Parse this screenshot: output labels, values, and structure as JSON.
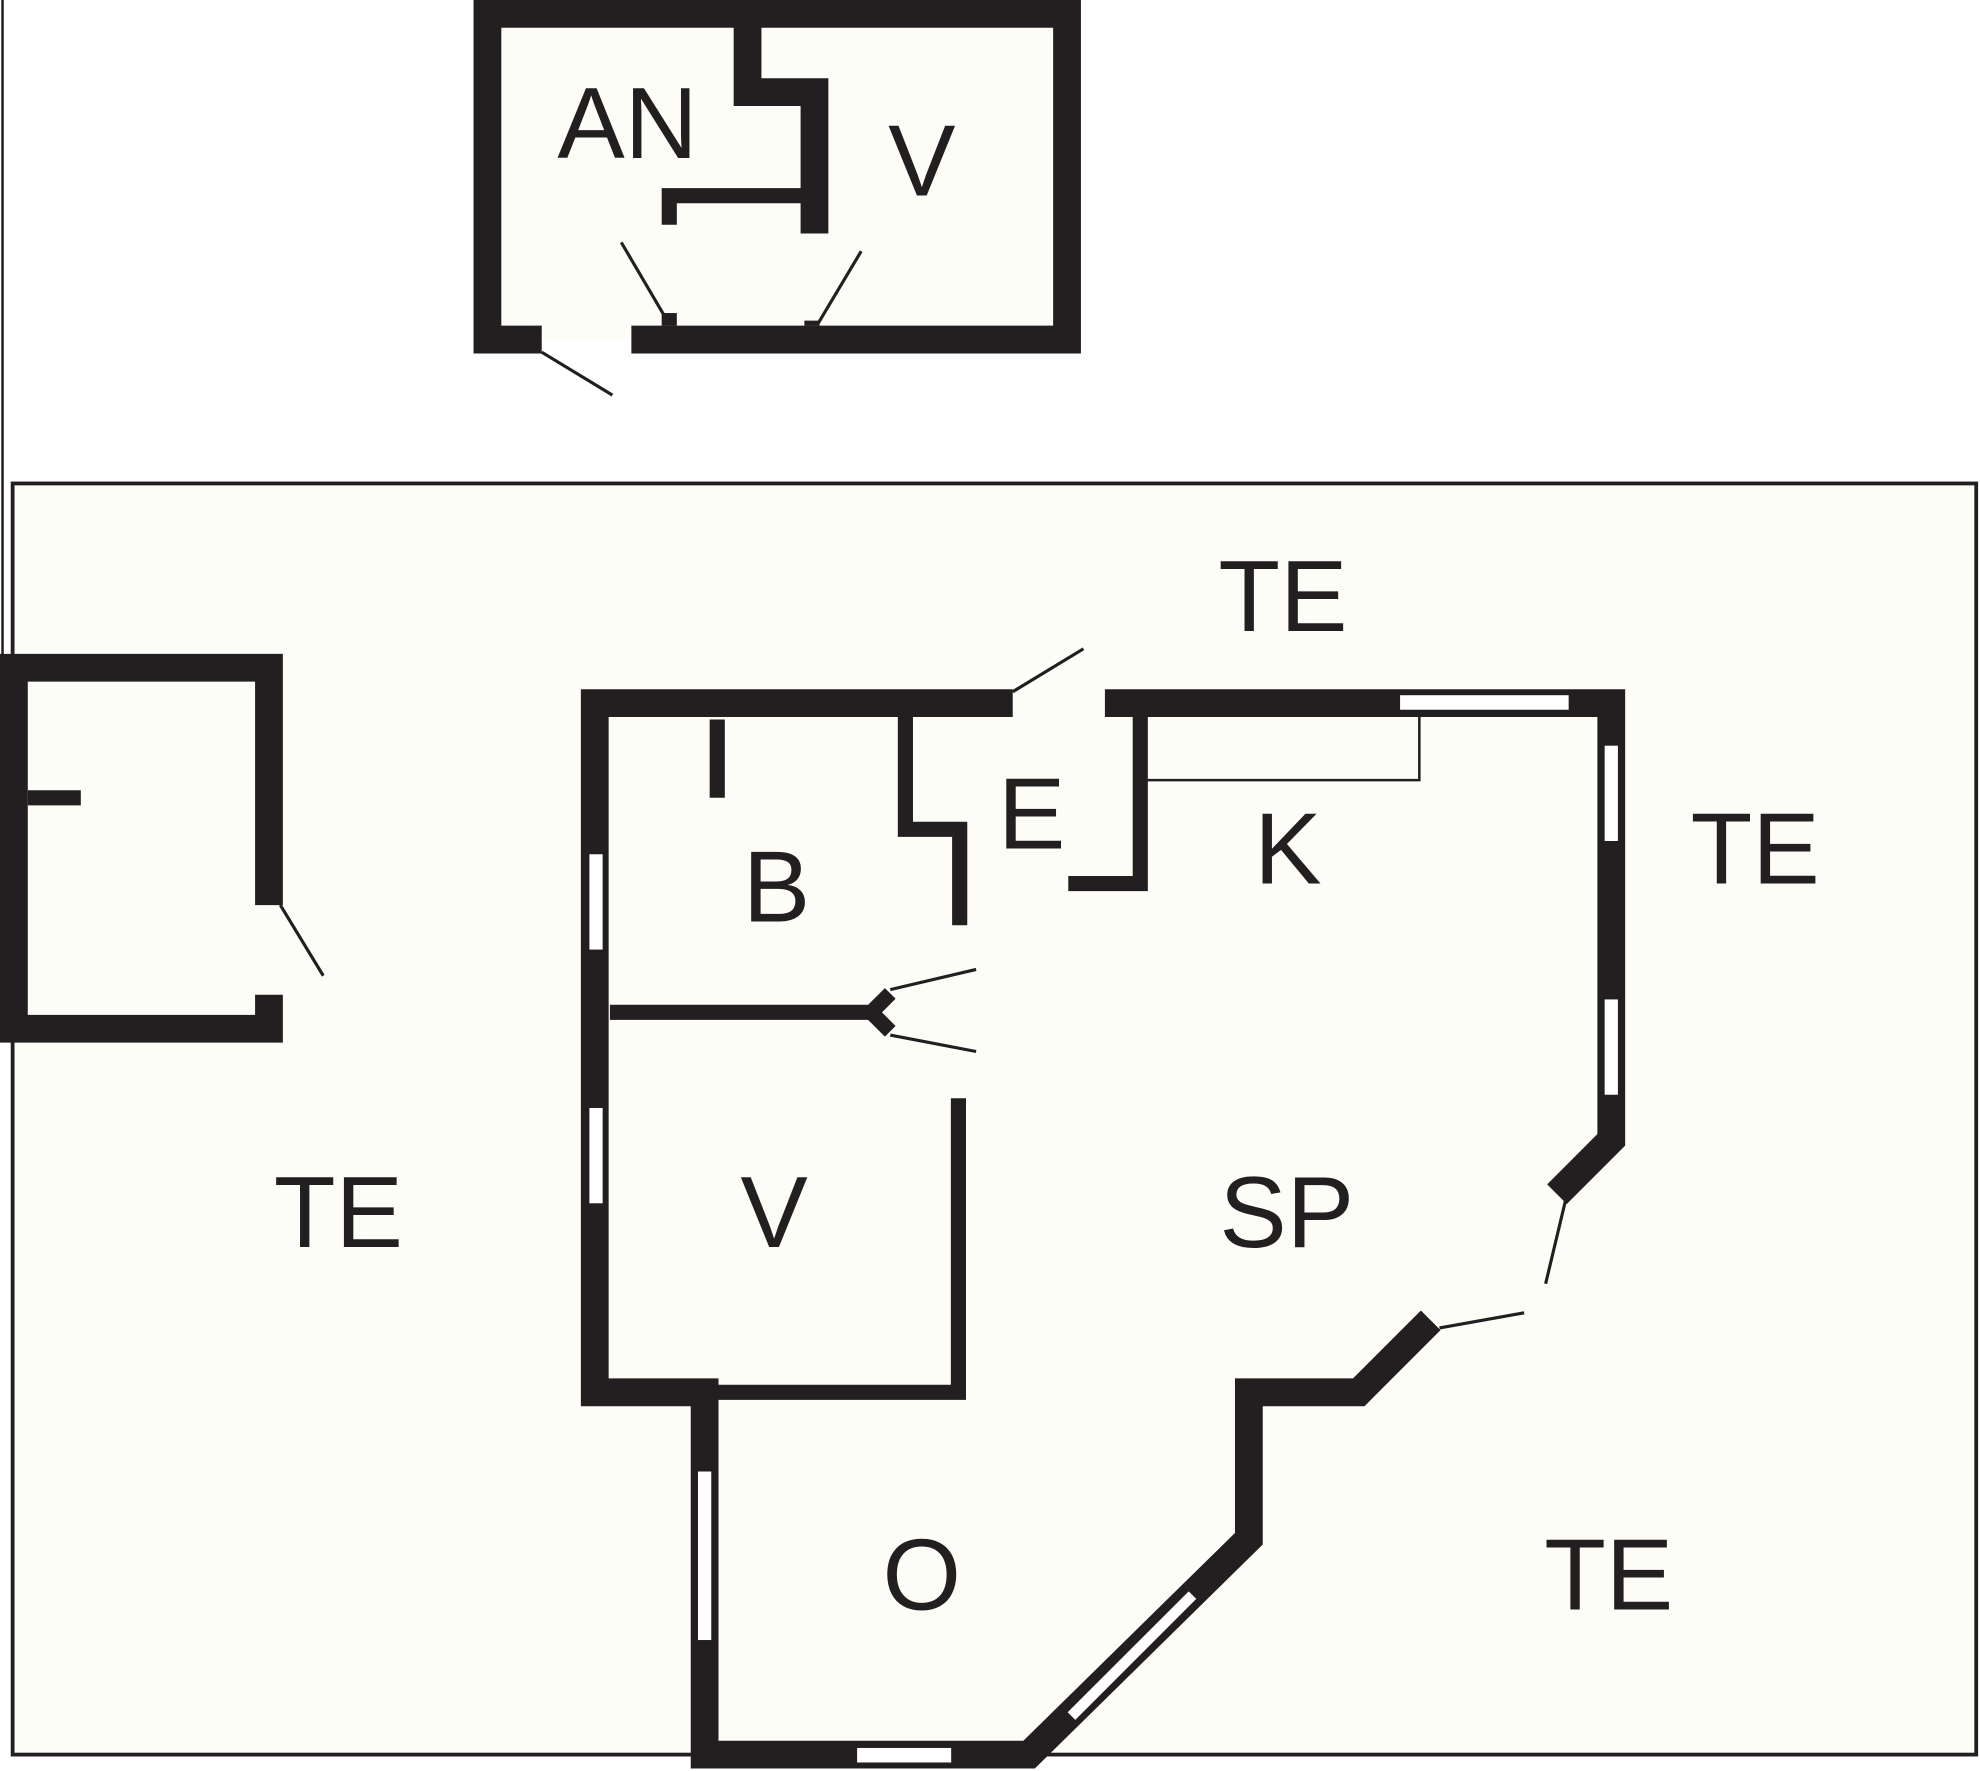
{
  "colors": {
    "wall": "#231f20",
    "floor": "#fdfdf8",
    "background": "#ffffff"
  },
  "labels": {
    "outbuilding_an": "AN",
    "outbuilding_v": "V",
    "te_top": "TE",
    "te_right": "TE",
    "te_left": "TE",
    "te_bottom": "TE",
    "room_e": "E",
    "room_k": "K",
    "room_b": "B",
    "room_v": "V",
    "room_sp": "SP",
    "room_o": "O"
  }
}
